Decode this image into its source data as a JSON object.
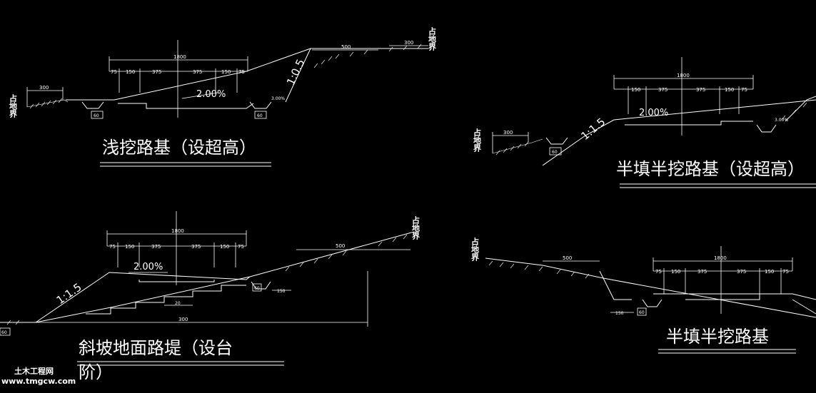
{
  "sections": {
    "s1": {
      "title": "浅挖路基（设超高）",
      "width_total": "1800",
      "dims": [
        "75",
        "150",
        "375",
        "375",
        "150",
        "75"
      ],
      "left_land": "300",
      "right_land1": "500",
      "right_land2": "300",
      "grade": "2.00%",
      "grade_side": "3.00%",
      "slope": "1:0.5",
      "ditch": "60",
      "boundary": "占地界"
    },
    "s2": {
      "title": "半填半挖路基（设超高）",
      "width_total": "1800",
      "dims": [
        "150",
        "375",
        "375",
        "150",
        "75"
      ],
      "left_land": "300",
      "grade": "2.00%",
      "grade_side": "3.00%",
      "slope": "1:1.5",
      "ditch": "60",
      "boundary": "占地界"
    },
    "s3": {
      "title_line1": "斜坡地面路堤（设台",
      "title_line2": "阶）",
      "width_total": "1800",
      "dims": [
        "75",
        "150",
        "375",
        "375",
        "150",
        "75"
      ],
      "land_right": "500",
      "bottom": "300",
      "step": "20",
      "offset": "150",
      "ditch": "60",
      "grade": "2.00%",
      "slope": "1:1.5",
      "boundary": "占地界"
    },
    "s4": {
      "title": "半填半挖路基",
      "width_total": "1800",
      "dims": [
        "75",
        "150",
        "375",
        "375",
        "150",
        "75"
      ],
      "land": "500",
      "offset": "150",
      "ditch": "60",
      "boundary": "占地界"
    }
  },
  "watermark": {
    "line1": "土木工程网",
    "line2": "www.tmgcw.com"
  }
}
